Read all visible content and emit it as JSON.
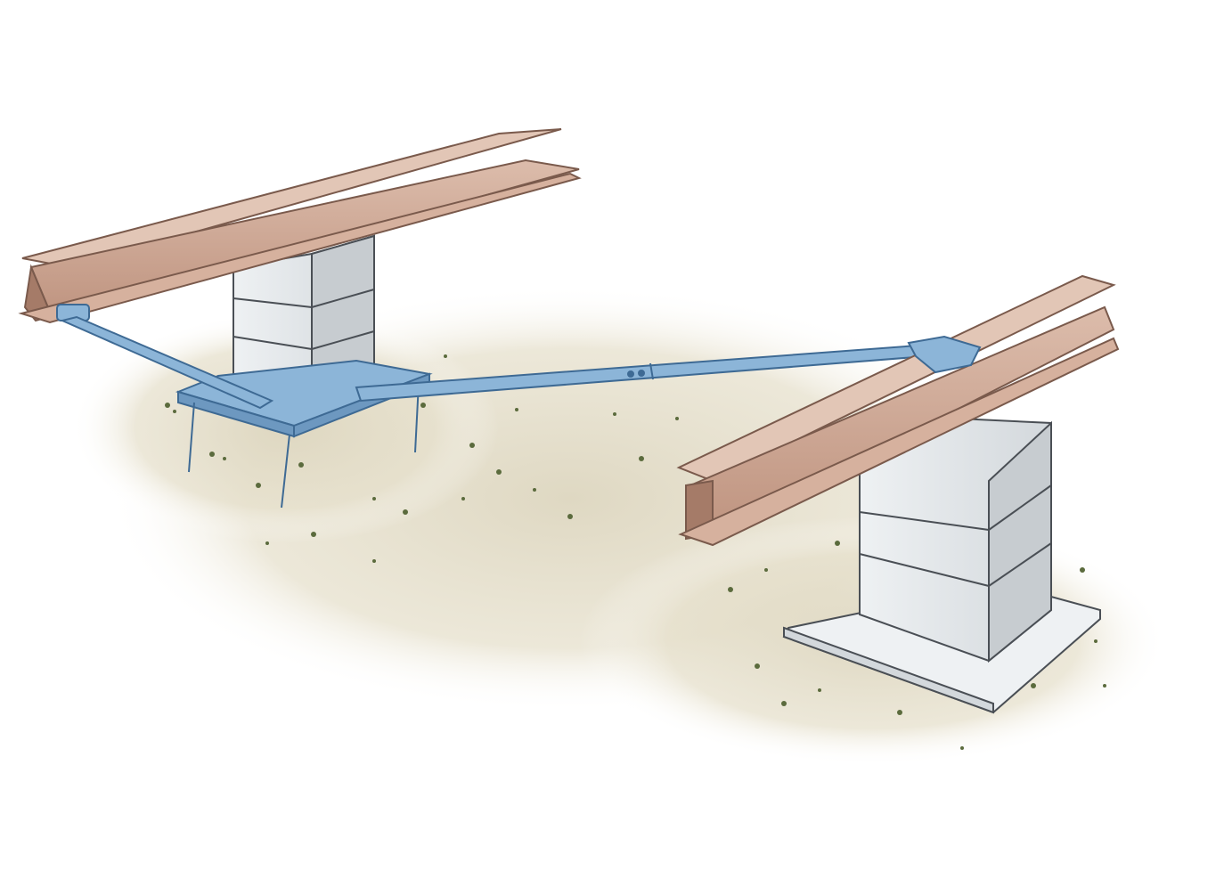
{
  "illustration": {
    "labels": [],
    "colors": {
      "background": "#ffffff",
      "ground": "#ddd6bf",
      "ground_patch": "#5b6b3d",
      "beam_top": "#d9b7a6",
      "beam_web": "#c49a86",
      "beam_edge": "#7a5a4c",
      "brace_steel": "#8cb5d8",
      "brace_edge": "#3e6a94",
      "concrete": "#e4e8eb",
      "concrete_shade": "#c7ccd0",
      "concrete_edge": "#4a4f55"
    },
    "components": [
      {
        "name": "i-beam",
        "count": 2
      },
      {
        "name": "concrete-block-pier",
        "count": 2
      },
      {
        "name": "diagonal-strut",
        "count": 1
      },
      {
        "name": "longitudinal-strut",
        "count": 1
      },
      {
        "name": "ground-anchor-pan",
        "count": 1
      },
      {
        "name": "beam-clamp",
        "count": 2
      },
      {
        "name": "footing-pad",
        "count": 1
      }
    ]
  }
}
